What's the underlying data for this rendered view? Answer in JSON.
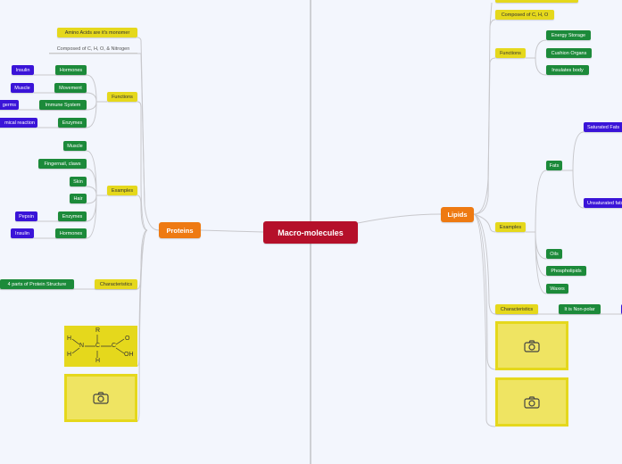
{
  "central": "Macro-molecules",
  "proteins": {
    "label": "Proteins",
    "monomer": "Amino Acids are it's monomer",
    "composed": "Composed of C, H, O, & Nitrogen",
    "functions": {
      "label": "Functions",
      "items": [
        {
          "label": "Hormones",
          "example": "Insulin"
        },
        {
          "label": "Movement",
          "example": "Muscle"
        },
        {
          "label": "Immune System",
          "example": "germs"
        },
        {
          "label": "Enzymes",
          "example": "mical reaction"
        }
      ]
    },
    "examples": {
      "label": "Examples",
      "items": [
        {
          "label": "Muscle"
        },
        {
          "label": "Fingernail, claws"
        },
        {
          "label": "Skin"
        },
        {
          "label": "Hair"
        },
        {
          "label": "Enzymes",
          "example": "Pepsin"
        },
        {
          "label": "Hormones",
          "example": "Insulin"
        }
      ]
    },
    "characteristics": {
      "label": "Characteristics",
      "item": "4 parts of Protein Structure"
    },
    "structure": {
      "R": "R",
      "H1": "H",
      "H2": "H",
      "N": "N",
      "C1": "C",
      "C2": "C",
      "O": "O",
      "OH": "OH",
      "H3": "H"
    }
  },
  "lipids": {
    "label": "Lipids",
    "composed": "Composed of C, H, O",
    "functions": {
      "label": "Functions",
      "items": [
        "Energy Storage",
        "Cushion Organs",
        "Insulates body"
      ]
    },
    "examples": {
      "label": "Examples",
      "fats": "Fats",
      "fat_types": [
        "Saturated Fats",
        "Unsaturated fats"
      ],
      "items": [
        "Oils",
        "Phospholipids",
        "Waxes"
      ]
    },
    "characteristics": {
      "label": "Characteristics",
      "item": "It is Non-polar"
    }
  }
}
